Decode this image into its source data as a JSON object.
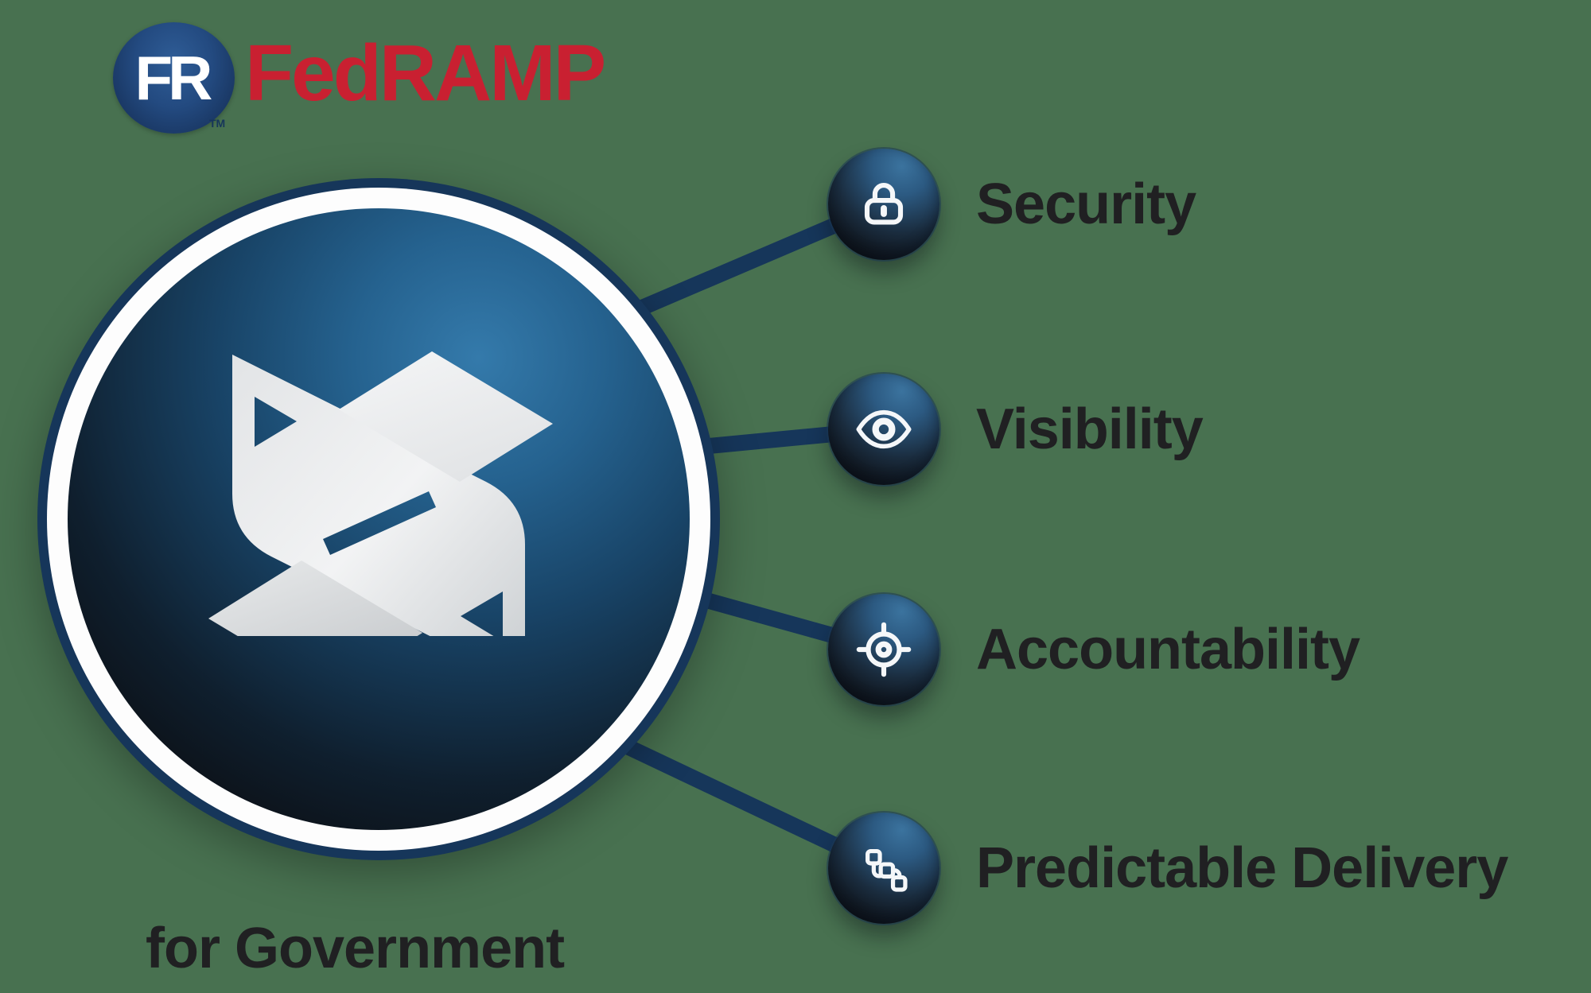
{
  "background": {
    "color": "#487150"
  },
  "brand": {
    "monogram": "FR",
    "trademark": "TM",
    "wordmark": "FedRAMP",
    "wordmark_color": "#c92031",
    "monogram_bg": "#1b3a66"
  },
  "hub": {
    "caption": "for Government",
    "ring_color": "#16365a",
    "inner_ring_color": "#ffffff",
    "logo": "s-ribbon-logo"
  },
  "features": [
    {
      "label": "Security",
      "icon": "lock-icon"
    },
    {
      "label": "Visibility",
      "icon": "eye-icon"
    },
    {
      "label": "Accountability",
      "icon": "target-icon"
    },
    {
      "label": "Predictable Delivery",
      "icon": "workflow-icon"
    }
  ],
  "colors": {
    "connector": "#16365a",
    "label_text": "#202022",
    "badge_gradient_light": "#3b739e",
    "badge_gradient_dark": "#0c0f14",
    "logo_fill_light": "#f2f3f4",
    "logo_fill_dark": "#c9cdd0"
  }
}
